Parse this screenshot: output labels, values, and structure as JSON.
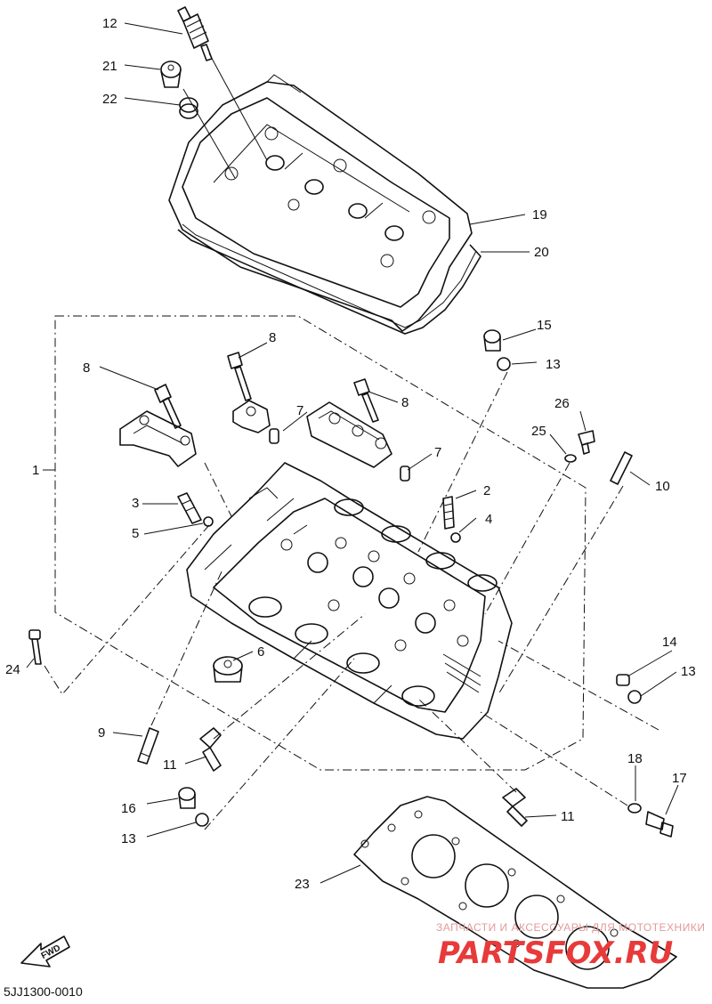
{
  "diagram": {
    "code": "5JJ1300-0010",
    "fwd_label": "FWD",
    "callouts": {
      "c1": "1",
      "c2": "2",
      "c3": "3",
      "c4": "4",
      "c5": "5",
      "c6": "6",
      "c7a": "7",
      "c7b": "7",
      "c8a": "8",
      "c8b": "8",
      "c8c": "8",
      "c9": "9",
      "c10": "10",
      "c11a": "11",
      "c11b": "11",
      "c12": "12",
      "c13a": "13",
      "c13b": "13",
      "c13c": "13",
      "c14": "14",
      "c15": "15",
      "c16": "16",
      "c17": "17",
      "c18": "18",
      "c19": "19",
      "c20": "20",
      "c21": "21",
      "c22": "22",
      "c23": "23",
      "c24": "24",
      "c25": "25",
      "c26": "26"
    }
  },
  "watermark": {
    "subtitle": "ЗАПЧАСТИ И АКСЕССУАРЫ ДЛЯ МОТОТЕХНИКИ",
    "brand": "PARTSFOX.RU"
  }
}
